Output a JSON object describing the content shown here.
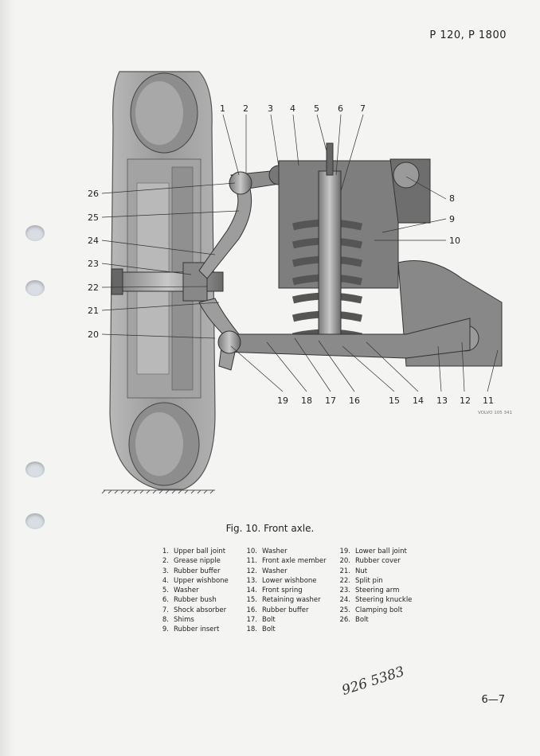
{
  "header": {
    "title": "P 120, P 1800"
  },
  "figure": {
    "callouts_top": [
      "1",
      "2",
      "3",
      "4",
      "5",
      "6",
      "7"
    ],
    "callouts_right": [
      "8",
      "9",
      "10"
    ],
    "callouts_left": [
      "26",
      "25",
      "24",
      "23",
      "22",
      "21",
      "20"
    ],
    "callouts_bottom": [
      "19",
      "18",
      "17",
      "16",
      "15",
      "14",
      "13",
      "12",
      "11"
    ],
    "watermark": "VOLVO\n105 341"
  },
  "caption": "Fig. 10.   Front axle.",
  "legend": [
    [
      {
        "num": "1.",
        "label": "Upper ball joint"
      },
      {
        "num": "2.",
        "label": "Grease nipple"
      },
      {
        "num": "3.",
        "label": "Rubber buffer"
      },
      {
        "num": "4.",
        "label": "Upper wishbone"
      },
      {
        "num": "5.",
        "label": "Washer"
      },
      {
        "num": "6.",
        "label": "Rubber bush"
      },
      {
        "num": "7.",
        "label": "Shock absorber"
      },
      {
        "num": "8.",
        "label": "Shims"
      },
      {
        "num": "9.",
        "label": "Rubber insert"
      }
    ],
    [
      {
        "num": "10.",
        "label": "Washer"
      },
      {
        "num": "11.",
        "label": "Front axle member"
      },
      {
        "num": "12.",
        "label": "Washer"
      },
      {
        "num": "13.",
        "label": "Lower wishbone"
      },
      {
        "num": "14.",
        "label": "Front spring"
      },
      {
        "num": "15.",
        "label": "Retaining washer"
      },
      {
        "num": "16.",
        "label": "Rubber buffer"
      },
      {
        "num": "17.",
        "label": "Bolt"
      },
      {
        "num": "18.",
        "label": "Bolt"
      }
    ],
    [
      {
        "num": "19.",
        "label": "Lower ball joint"
      },
      {
        "num": "20.",
        "label": "Rubber cover"
      },
      {
        "num": "21.",
        "label": "Nut"
      },
      {
        "num": "22.",
        "label": "Split pin"
      },
      {
        "num": "23.",
        "label": "Steering arm"
      },
      {
        "num": "24.",
        "label": "Steering knuckle"
      },
      {
        "num": "25.",
        "label": "Clamping bolt"
      },
      {
        "num": "26.",
        "label": "Bolt"
      }
    ]
  ],
  "handwritten_note": "926 5383",
  "page_number": "6—7"
}
